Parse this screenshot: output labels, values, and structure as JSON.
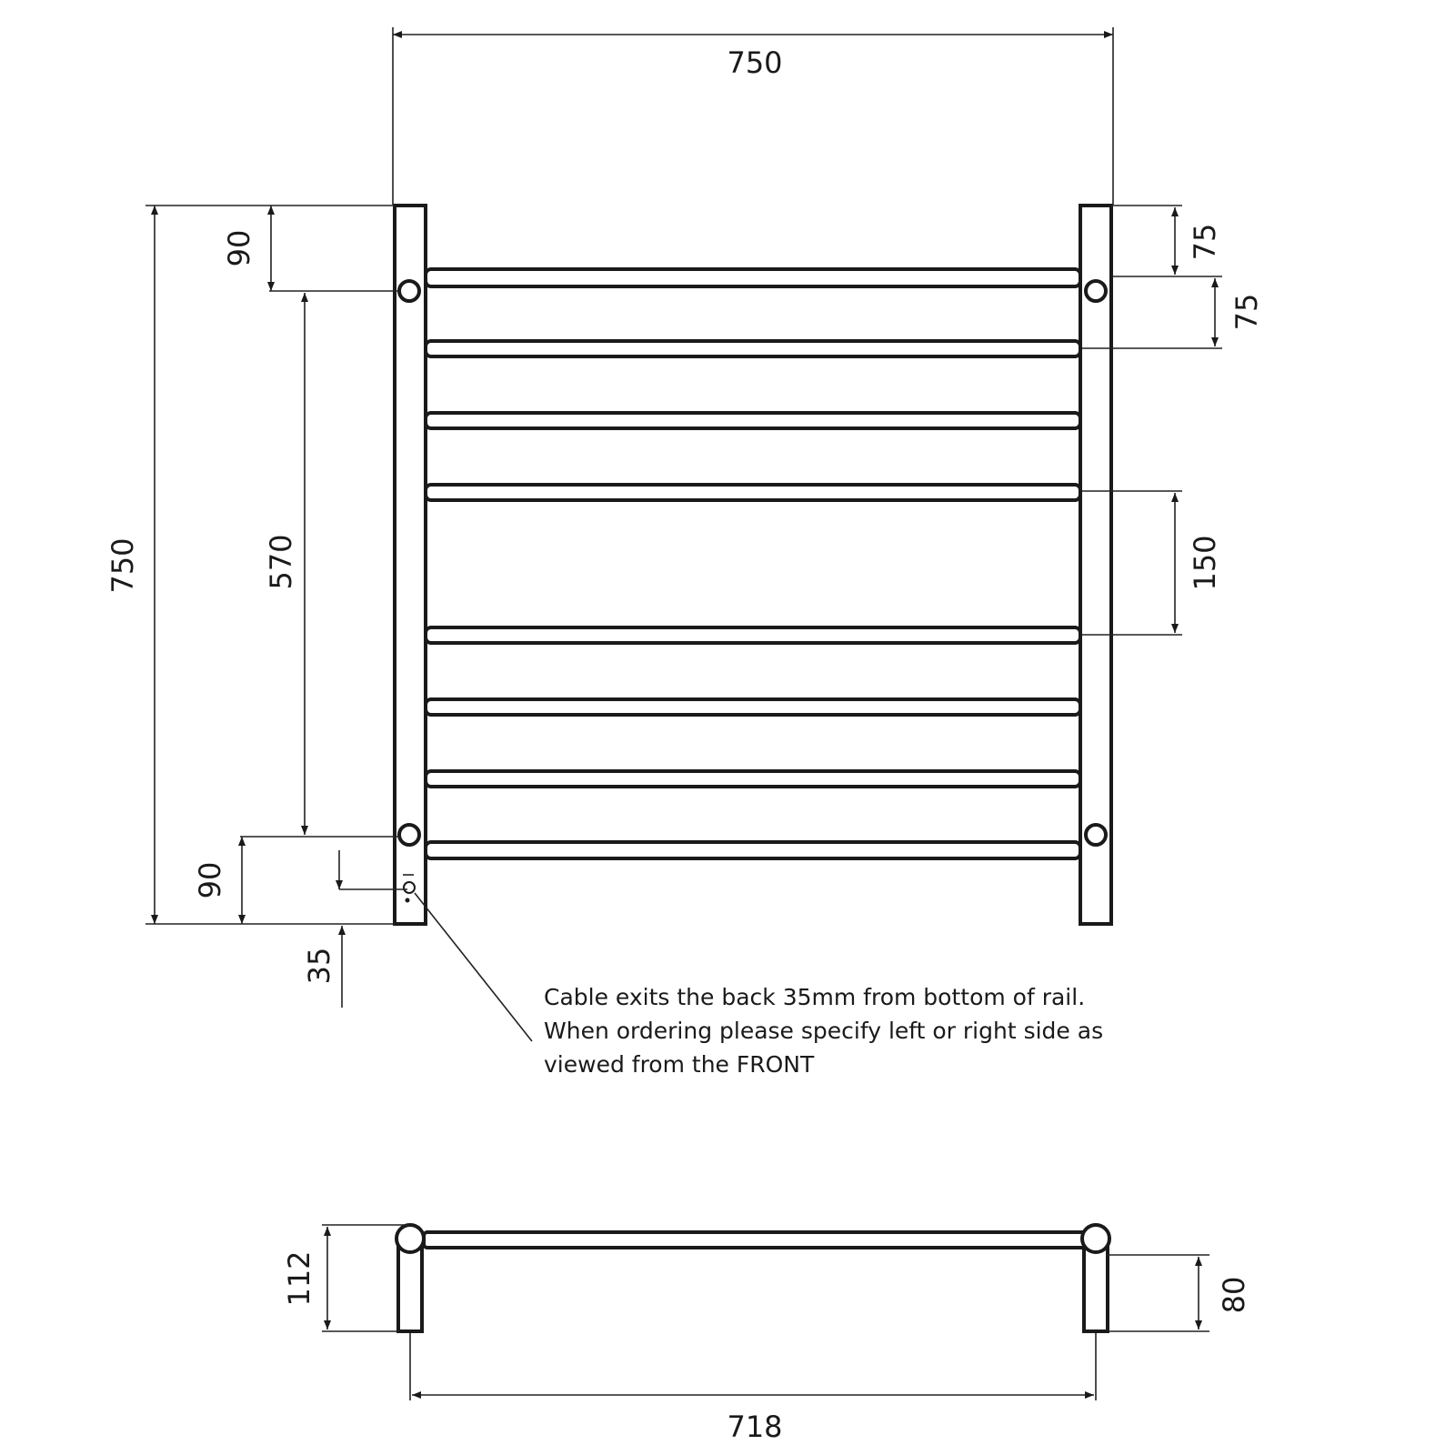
{
  "front_view": {
    "dimensions": {
      "overall_width": "750",
      "overall_height": "750",
      "top_offset_left": "90",
      "bracket_spacing": "570",
      "bottom_offset_left": "90",
      "cable_offset": "35",
      "top_offset_right": "75",
      "rail_spacing_small": "75",
      "rail_spacing_large": "150"
    },
    "rail_count": 8,
    "note_lines": [
      "Cable exits the back 35mm from bottom of rail.",
      "When ordering please specify left or right side as",
      "viewed from the FRONT"
    ]
  },
  "top_view": {
    "dimensions": {
      "depth_overall": "112",
      "depth_bracket": "80",
      "bracket_centers": "718"
    }
  },
  "colors": {
    "line": "#1a1a1a",
    "background": "#ffffff"
  }
}
